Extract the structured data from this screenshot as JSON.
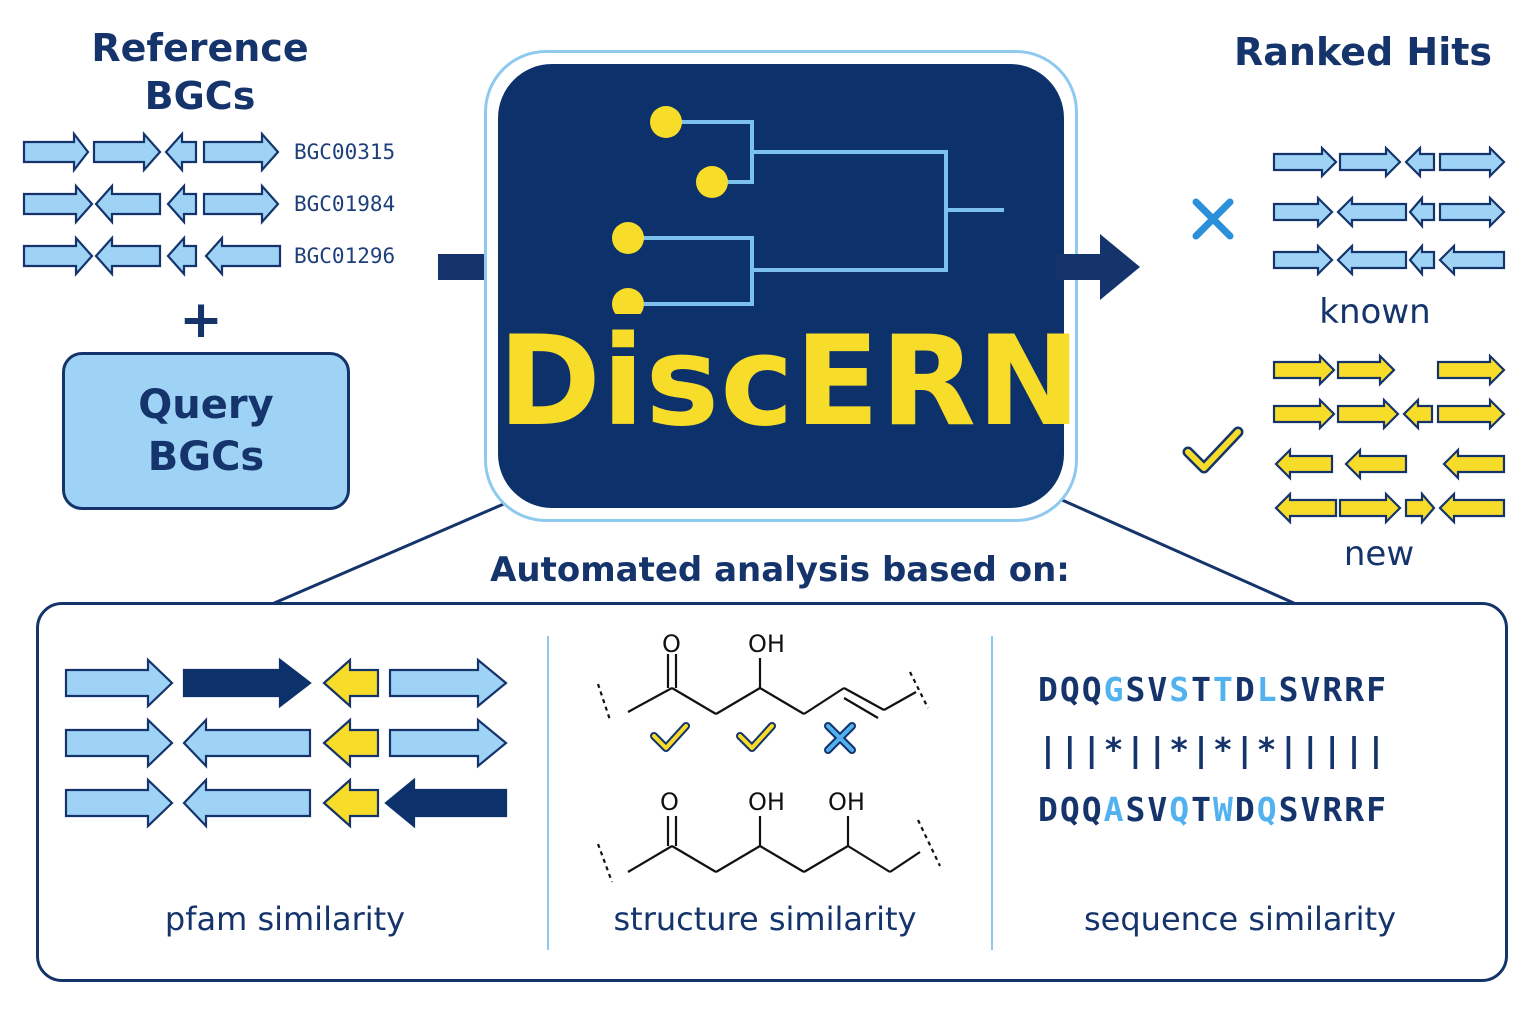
{
  "reference": {
    "title": "Reference BGCs",
    "bgcs": [
      "BGC00315",
      "BGC01984",
      "BGC01296"
    ]
  },
  "plus": "+",
  "query": {
    "label": "Query BGCs"
  },
  "logo": {
    "name": "DiscERN"
  },
  "ranked": {
    "title": "Ranked Hits",
    "known_label": "known",
    "new_label": "new"
  },
  "analysis": {
    "title": "Automated analysis based on:",
    "pfam_label": "pfam similarity",
    "structure_label": "structure similarity",
    "sequence_label": "sequence similarity",
    "structure_top": {
      "o": "O",
      "oh1": "OH"
    },
    "structure_bottom": {
      "o": "O",
      "oh1": "OH",
      "oh2": "OH"
    },
    "sequence_top": "DQQGSVSTTDLSVRRF",
    "sequence_match": "|||*||*|*|*|||||",
    "sequence_bottom": "DQQASVQTWDQSVRRF"
  },
  "colors": {
    "navy": "#0d326b",
    "light_blue": "#9fd3f6",
    "yellow": "#f7dc2a",
    "highlight": "#52b2ef"
  },
  "icons": [
    "arrow-right-icon",
    "cross-icon",
    "check-icon",
    "dendrogram-icon"
  ]
}
